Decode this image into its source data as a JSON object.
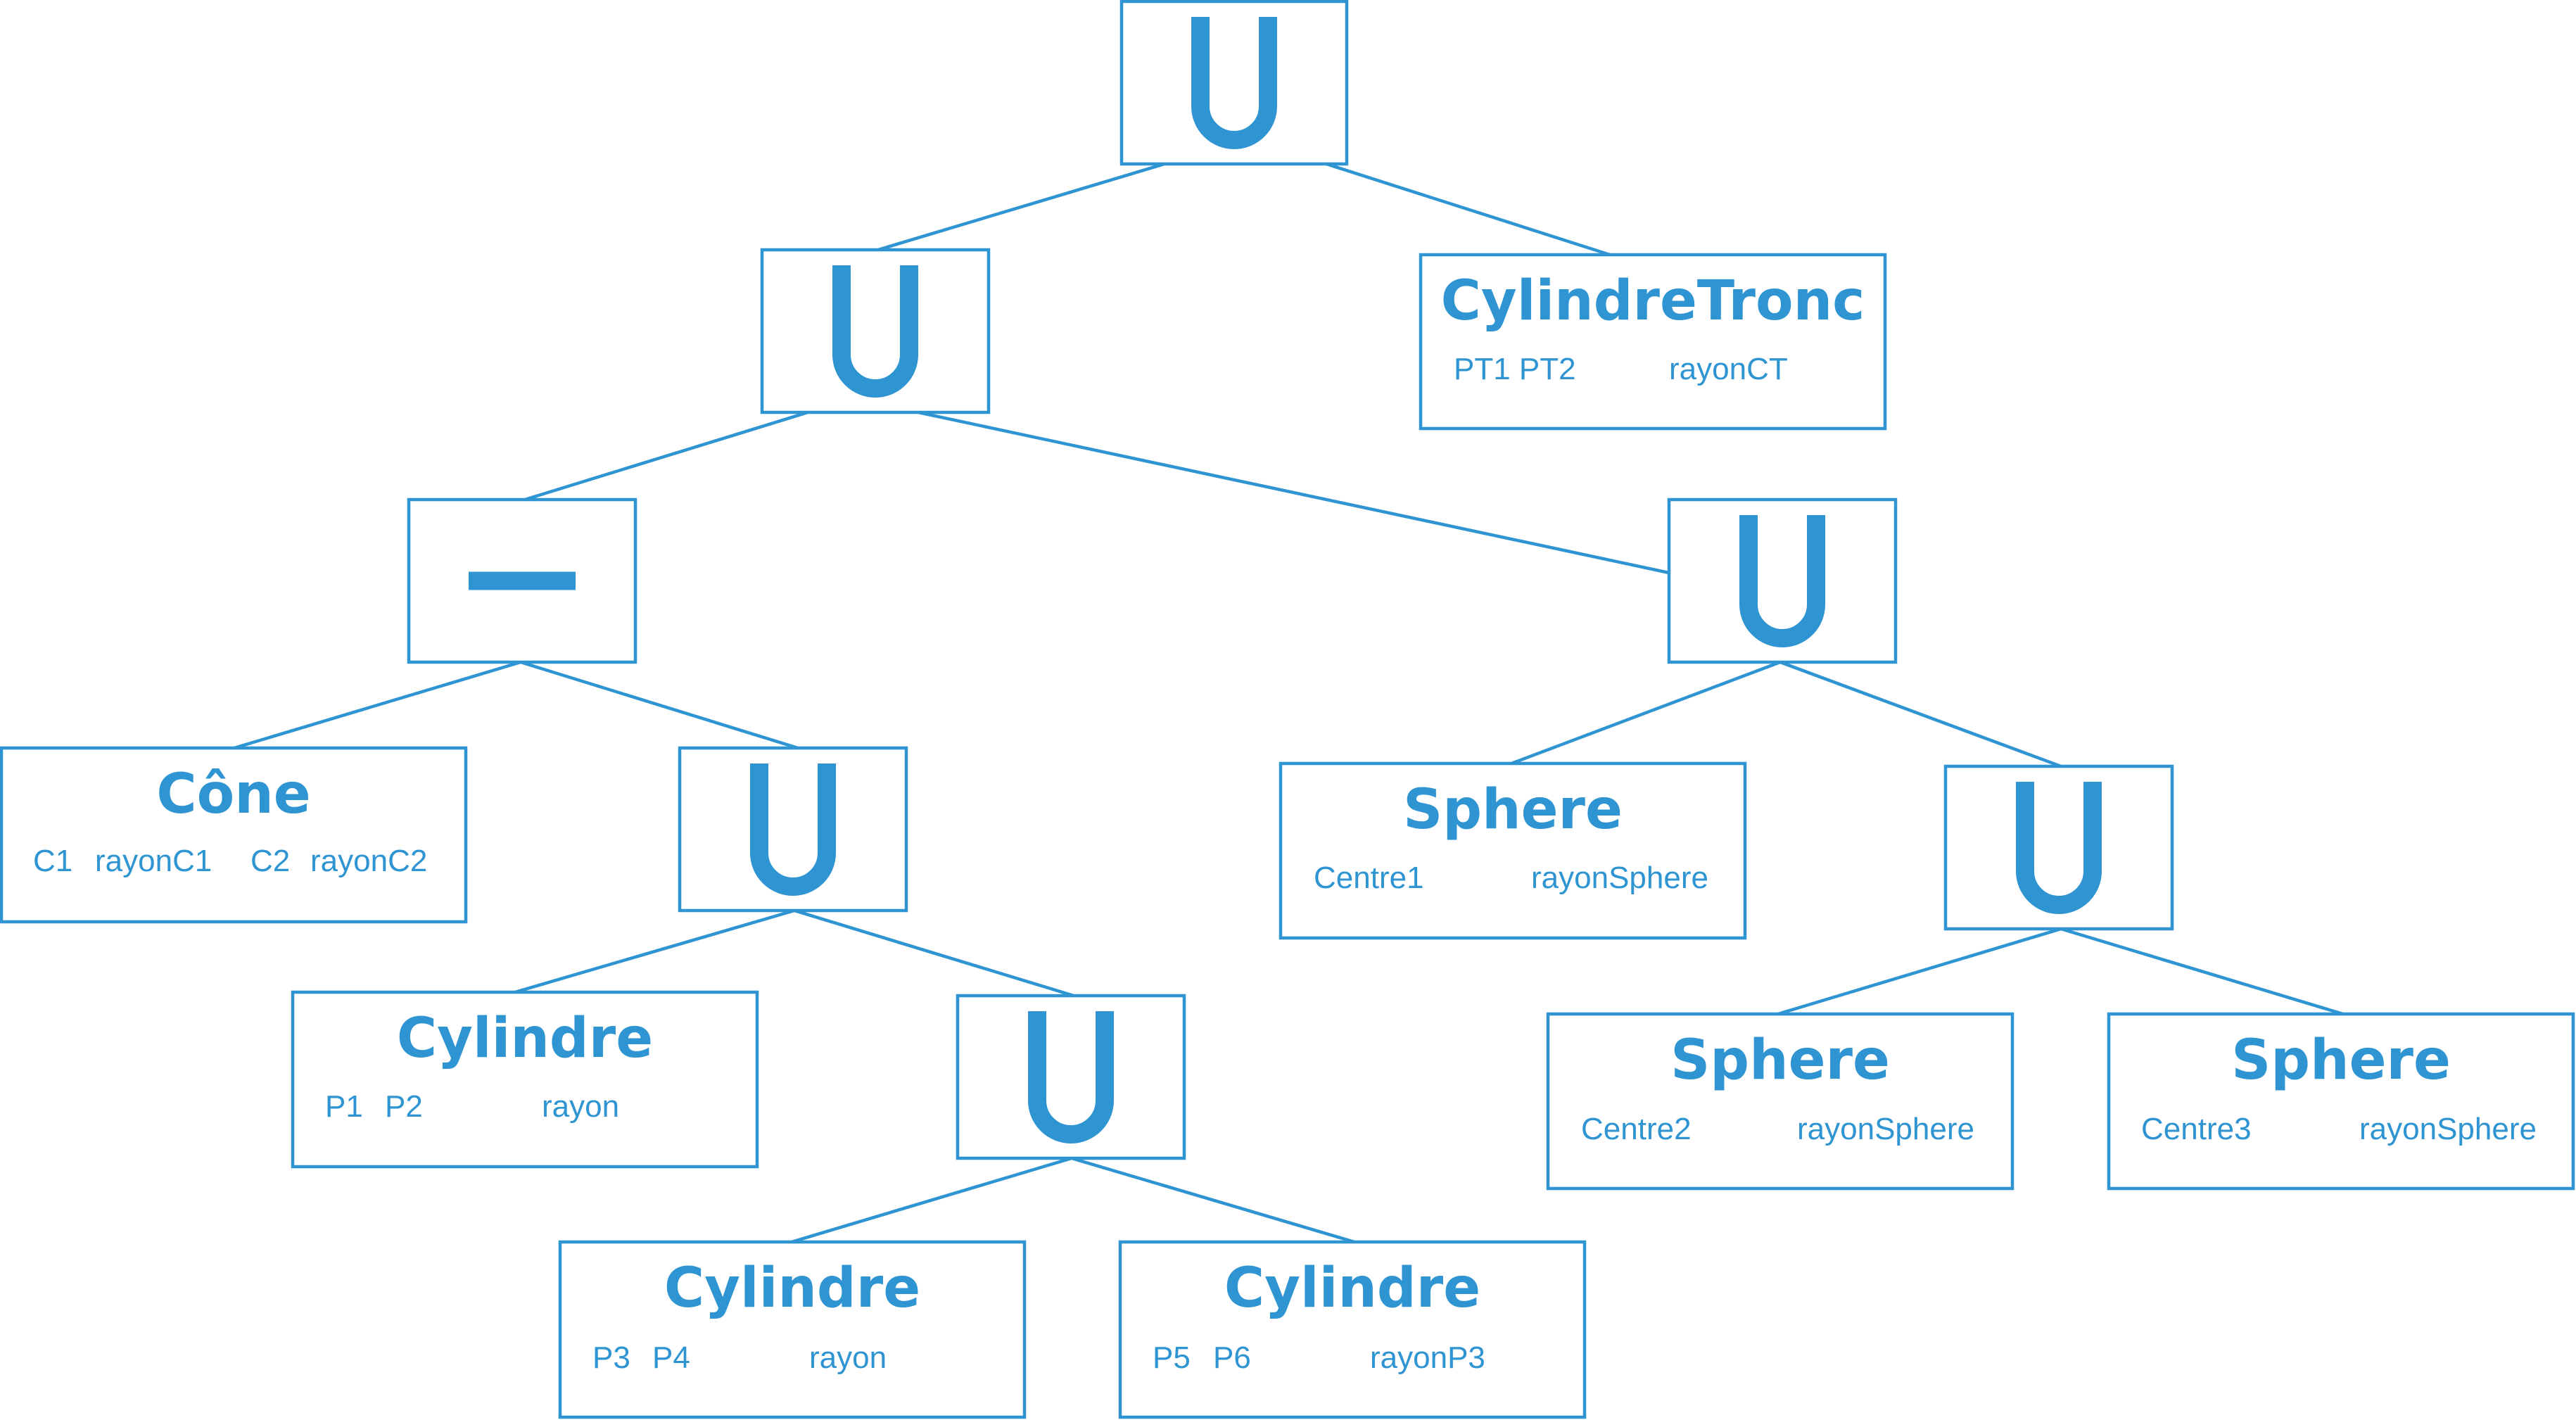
{
  "diagram": {
    "colors": {
      "stroke": "#2e94d2",
      "background": "#ffffff"
    },
    "nodes": [
      {
        "id": "root-union",
        "kind": "operator",
        "op": "union-icon"
      },
      {
        "id": "cylindre-tronc",
        "kind": "primitive",
        "title": "CylindreTronc",
        "params": [
          "PT1 PT2",
          "rayonCT"
        ]
      },
      {
        "id": "union-2",
        "kind": "operator",
        "op": "union-icon"
      },
      {
        "id": "minus-1",
        "kind": "operator",
        "op": "minus-icon"
      },
      {
        "id": "union-3",
        "kind": "operator",
        "op": "union-icon"
      },
      {
        "id": "cone",
        "kind": "primitive",
        "title": "Cône",
        "params": [
          "C1",
          "rayonC1",
          "C2",
          "rayonC2"
        ]
      },
      {
        "id": "union-4",
        "kind": "operator",
        "op": "union-icon"
      },
      {
        "id": "sphere-1",
        "kind": "primitive",
        "title": "Sphere",
        "params": [
          "Centre1",
          "rayonSphere"
        ]
      },
      {
        "id": "union-5",
        "kind": "operator",
        "op": "union-icon"
      },
      {
        "id": "cylindre-1",
        "kind": "primitive",
        "title": "Cylindre",
        "params": [
          "P1",
          "P2",
          "rayon"
        ]
      },
      {
        "id": "union-6",
        "kind": "operator",
        "op": "union-icon"
      },
      {
        "id": "sphere-2",
        "kind": "primitive",
        "title": "Sphere",
        "params": [
          "Centre2",
          "rayonSphere"
        ]
      },
      {
        "id": "sphere-3",
        "kind": "primitive",
        "title": "Sphere",
        "params": [
          "Centre3",
          "rayonSphere"
        ]
      },
      {
        "id": "cylindre-2",
        "kind": "primitive",
        "title": "Cylindre",
        "params": [
          "P3",
          "P4",
          "rayon"
        ]
      },
      {
        "id": "cylindre-3",
        "kind": "primitive",
        "title": "Cylindre",
        "params": [
          "P5",
          "P6",
          "rayonP3"
        ]
      }
    ],
    "edges": [
      [
        "root-union",
        "union-2"
      ],
      [
        "root-union",
        "cylindre-tronc"
      ],
      [
        "union-2",
        "minus-1"
      ],
      [
        "union-2",
        "union-3"
      ],
      [
        "minus-1",
        "cone"
      ],
      [
        "minus-1",
        "union-4"
      ],
      [
        "union-3",
        "sphere-1"
      ],
      [
        "union-3",
        "union-5"
      ],
      [
        "union-4",
        "cylindre-1"
      ],
      [
        "union-4",
        "union-6"
      ],
      [
        "union-5",
        "sphere-2"
      ],
      [
        "union-5",
        "sphere-3"
      ],
      [
        "union-6",
        "cylindre-2"
      ],
      [
        "union-6",
        "cylindre-3"
      ]
    ]
  }
}
